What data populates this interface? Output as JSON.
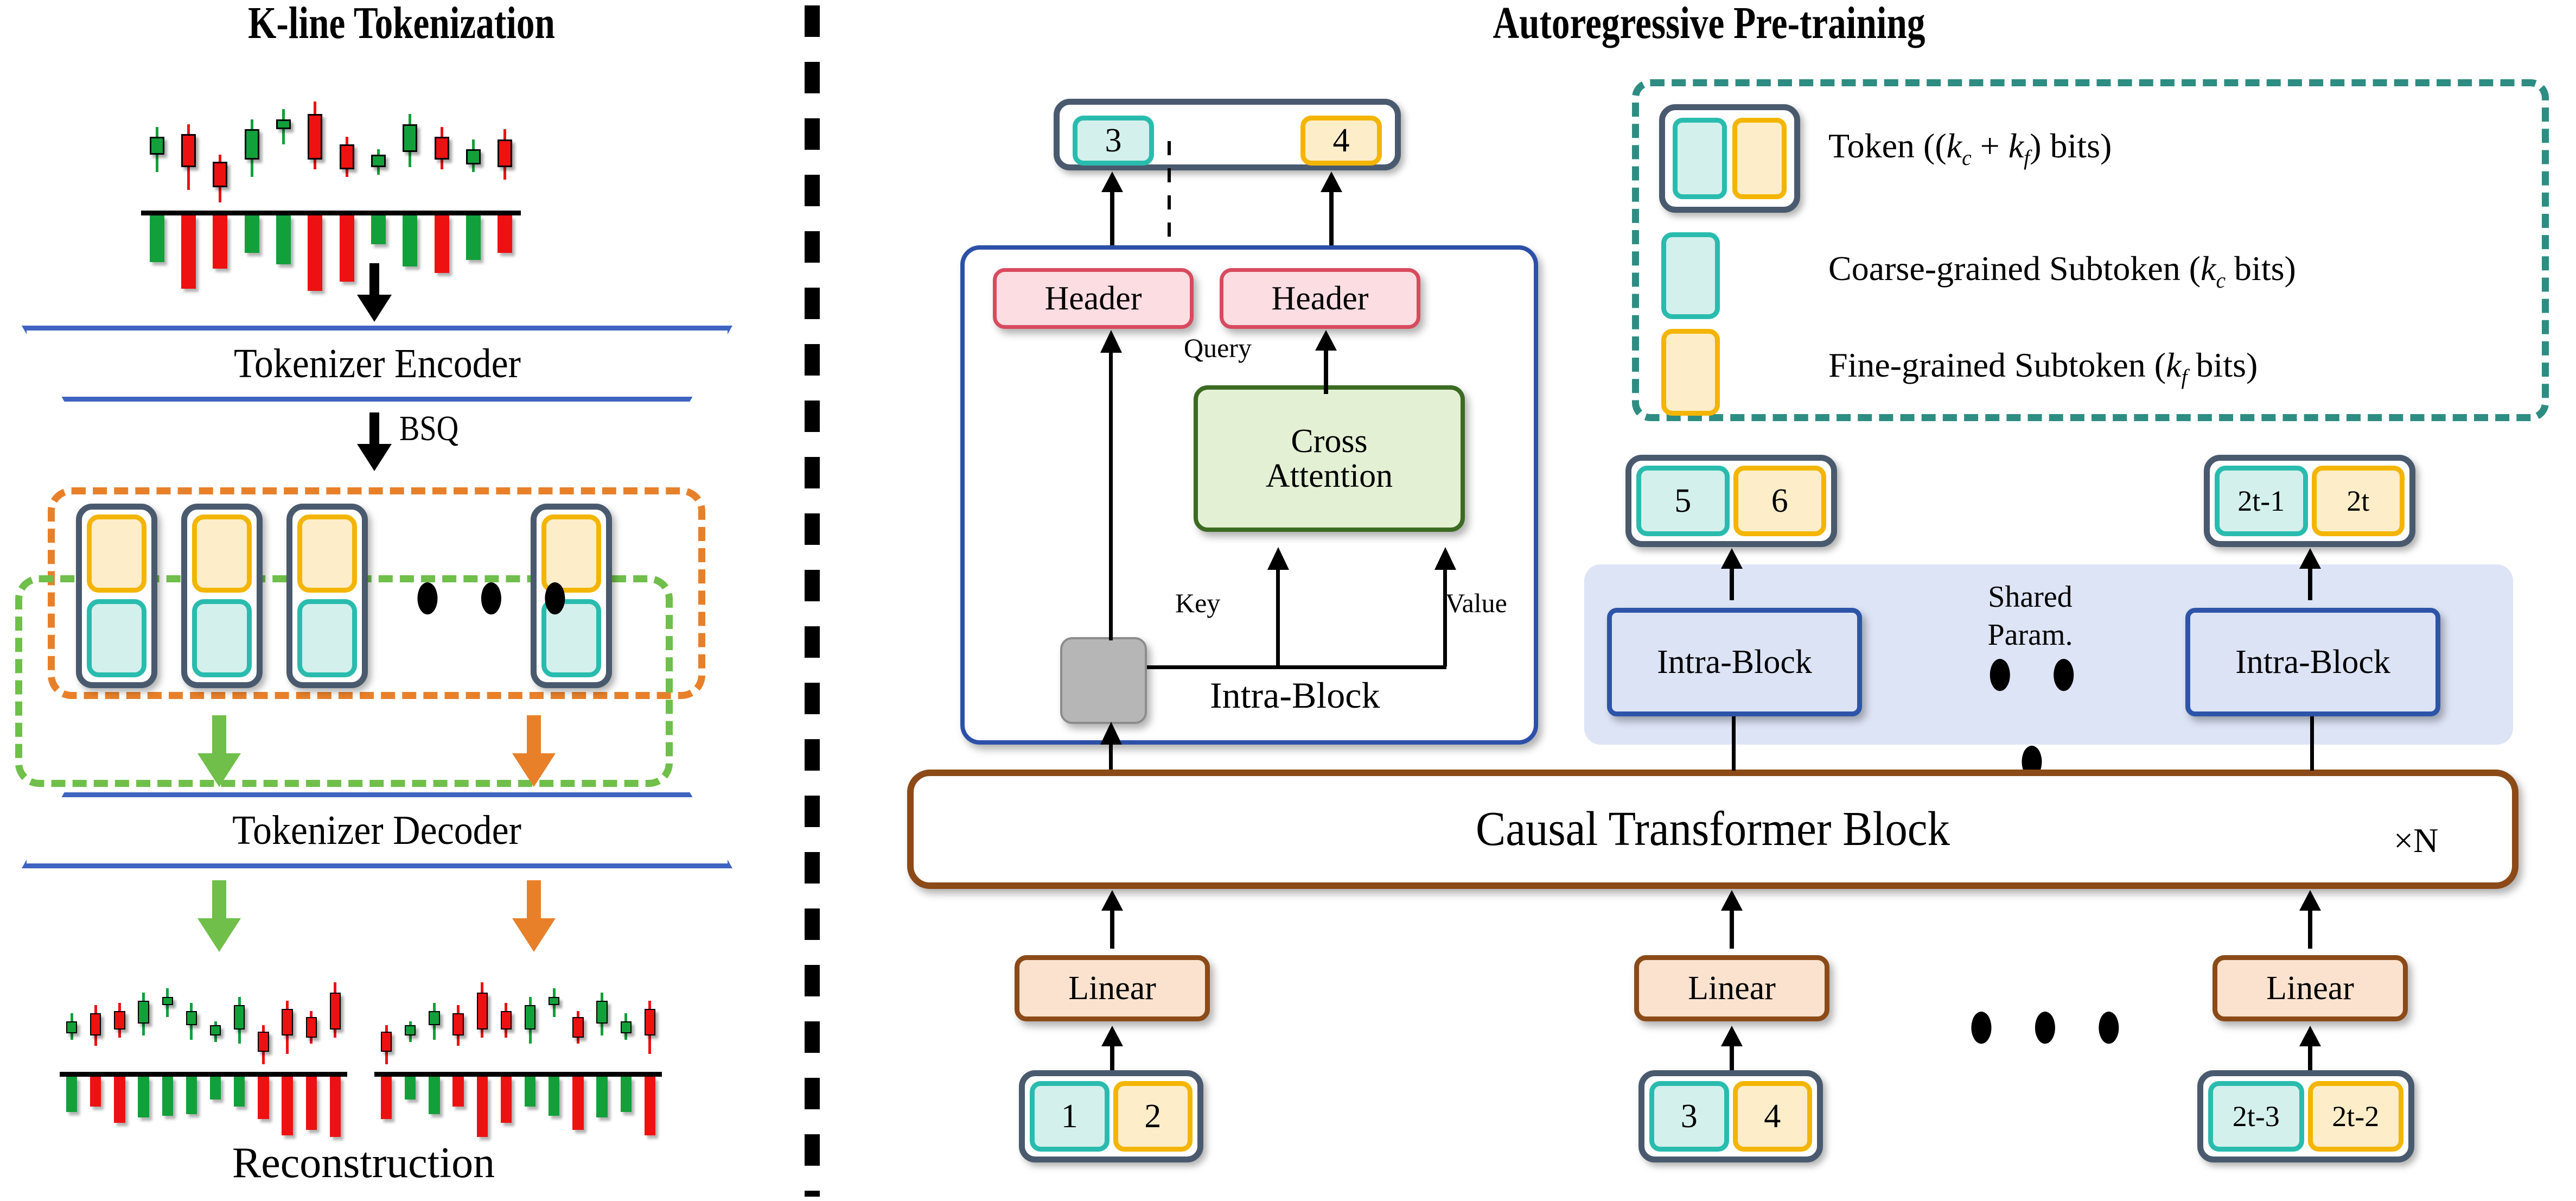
{
  "titles": {
    "left": "K-line Tokenization",
    "right": "Autoregressive Pre-training"
  },
  "left_panel": {
    "encoder_label": "Tokenizer Encoder",
    "bsq_label": "BSQ",
    "decoder_label": "Tokenizer Decoder",
    "reconstruction_label": "Reconstruction",
    "ellipsis": "● ● ●",
    "token_count_visible": 4,
    "colors": {
      "coarse_fill": "#D4F0EC",
      "coarse_border": "#29BCAE",
      "fine_fill": "#FDEDC8",
      "fine_border": "#F3B500",
      "token_border": "#4A5A6E",
      "orange_dash": "#E8802A",
      "green_dash": "#6FBF4A",
      "trapezoid_border": "#3E63C0"
    }
  },
  "right_panel": {
    "output_token": {
      "coarse": "3",
      "fine": "4"
    },
    "intra_block_detail": {
      "header_left": "Header",
      "header_right": "Header",
      "cross_attention": "Cross\nAttention",
      "cross_attention_line1": "Cross",
      "cross_attention_line2": "Attention",
      "query_label": "Query",
      "key_label": "Key",
      "value_label": "Value",
      "block_label": "Intra-Block"
    },
    "shared": {
      "shared_line1": "Shared",
      "shared_line2": "Param.",
      "ellipsis": "● ● ●",
      "blocks": [
        {
          "label": "Intra-Block",
          "output": {
            "coarse": "5",
            "fine": "6"
          }
        },
        {
          "label": "Intra-Block",
          "output": {
            "coarse": "2t-1",
            "fine": "2t"
          }
        }
      ]
    },
    "transformer": {
      "label": "Causal Transformer Block",
      "repeat": "×N"
    },
    "inputs": [
      {
        "linear": "Linear",
        "token": {
          "coarse": "1",
          "fine": "2"
        }
      },
      {
        "linear": "Linear",
        "token": {
          "coarse": "3",
          "fine": "4"
        }
      },
      {
        "linear": "Linear",
        "token": {
          "coarse": "2t-3",
          "fine": "2t-2"
        }
      }
    ],
    "input_ellipsis": "● ● ●",
    "legend": {
      "items": [
        {
          "icon": "token-swatch",
          "text": "Token ((kᴄ + kꜰ) bits)",
          "prefix": "Token ((",
          "sub1": "c",
          "mid": " + ",
          "sub2": "f",
          "suffix": ") bits)",
          "k": "k"
        },
        {
          "icon": "coarse-swatch",
          "text": "Coarse-grained Subtoken (kᴄ bits)",
          "prefix": "Coarse-grained Subtoken (",
          "sub1": "c",
          "suffix": " bits)",
          "k": "k"
        },
        {
          "icon": "fine-swatch",
          "text": "Fine-grained Subtoken (kꜰ bits)",
          "prefix": "Fine-grained Subtoken (",
          "sub1": "f",
          "suffix": " bits)",
          "k": "k"
        }
      ],
      "border_color": "#2E8D82"
    }
  },
  "chart_data": {
    "type": "candlestick",
    "title": "K-line Tokenization",
    "input_series": {
      "candles": [
        {
          "o": 58,
          "c": 44,
          "h": 36,
          "l": 72,
          "dir": "up"
        },
        {
          "o": 42,
          "c": 68,
          "h": 34,
          "l": 86,
          "dir": "down"
        },
        {
          "o": 64,
          "c": 84,
          "h": 58,
          "l": 96,
          "dir": "down"
        },
        {
          "o": 62,
          "c": 38,
          "h": 30,
          "l": 76,
          "dir": "up"
        },
        {
          "o": 38,
          "c": 30,
          "h": 22,
          "l": 50,
          "dir": "up"
        },
        {
          "o": 26,
          "c": 62,
          "h": 16,
          "l": 70,
          "dir": "down"
        },
        {
          "o": 50,
          "c": 70,
          "h": 44,
          "l": 76,
          "dir": "down"
        },
        {
          "o": 58,
          "c": 68,
          "h": 54,
          "l": 74,
          "dir": "up"
        },
        {
          "o": 34,
          "c": 56,
          "h": 26,
          "l": 68,
          "dir": "up"
        },
        {
          "o": 44,
          "c": 62,
          "h": 36,
          "l": 70,
          "dir": "down"
        },
        {
          "o": 54,
          "c": 66,
          "h": 46,
          "l": 72,
          "dir": "up"
        },
        {
          "o": 46,
          "c": 68,
          "h": 38,
          "l": 78,
          "dir": "down"
        }
      ],
      "volume": [
        42,
        66,
        48,
        34,
        44,
        68,
        60,
        26,
        46,
        52,
        40,
        34
      ]
    },
    "reconstruction_note": "Two reconstructed K-line segments from coarse (green) and fine (orange) paths"
  }
}
